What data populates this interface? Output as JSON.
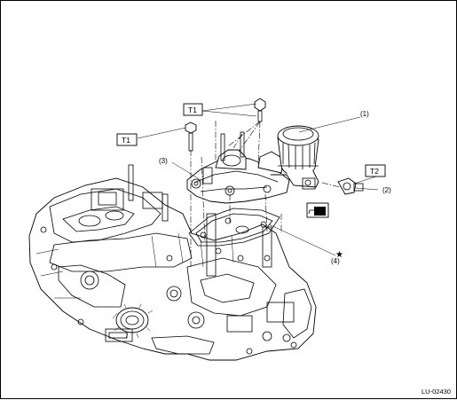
{
  "diagram": {
    "image_code": "LU-02430",
    "callouts": {
      "part1": "(1)",
      "part2": "(2)",
      "part3": "(3)",
      "part4": "(4)"
    },
    "torque_tags": {
      "t1_upper": "T1",
      "t1_left": "T1",
      "t2": "T2"
    },
    "symbols": {
      "star": "★"
    }
  }
}
